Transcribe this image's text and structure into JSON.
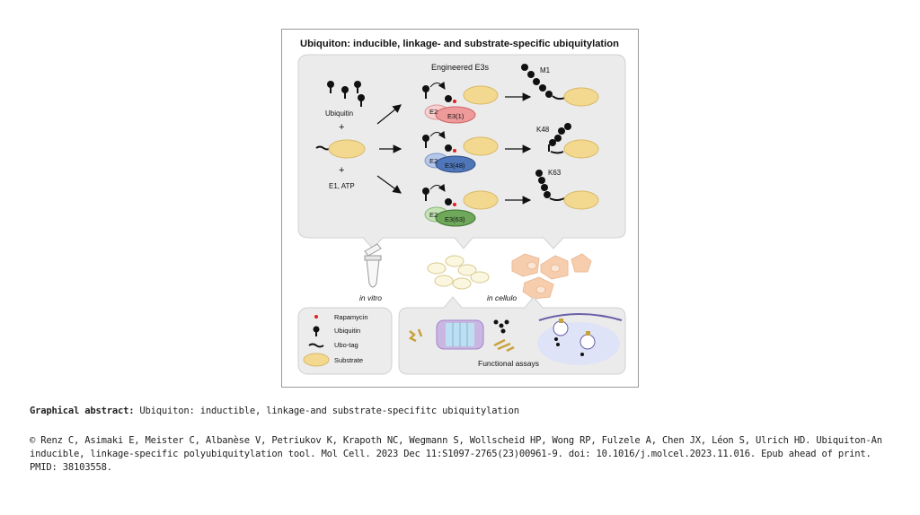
{
  "figure": {
    "title": "Ubiquiton: inducible, linkage- and substrate-specific ubiquitylation",
    "engineered_label": "Engineered E3s",
    "ubiquitin_label": "Ubiquitin",
    "plus1": "+",
    "plus2": "+",
    "e1_label": "E1, ATP",
    "e2_label": "E2",
    "e3_labels": [
      "E3(1)",
      "E3(48)",
      "E3(63)"
    ],
    "chain_labels": [
      "M1",
      "K48",
      "K63"
    ],
    "in_vitro": "in vitro",
    "in_cellulo": "in cellulo",
    "legend": [
      "Rapamycin",
      "Ubiquitin",
      "Ubo-tag",
      "Substrate"
    ],
    "functional_assays": "Functional assays",
    "colors": {
      "substrate": "#f3d98f",
      "e3_1": "#ef9a9a",
      "e3_48": "#4e76b8",
      "e3_63": "#6fa85a",
      "rapamycin": "#e02020",
      "panel": "#ececec",
      "cells": "#f6c9a6"
    }
  },
  "caption": {
    "bold": "Graphical abstract:",
    "text": " Ubiquiton: inductible, linkage-and substrate-specifitc ubiquitylation"
  },
  "citation": "© Renz C, Asimaki E, Meister C, Albanèse V, Petriukov K, Krapoth NC, Wegmann S, Wollscheid HP, Wong RP, Fulzele A, Chen JX, Léon S, Ulrich HD. Ubiquiton-An inducible, linkage-specific polyubiquitylation tool. Mol Cell. 2023 Dec 11:S1097-2765(23)00961-9. doi: 10.1016/j.molcel.2023.11.016. Epub ahead of print. PMID: 38103558."
}
